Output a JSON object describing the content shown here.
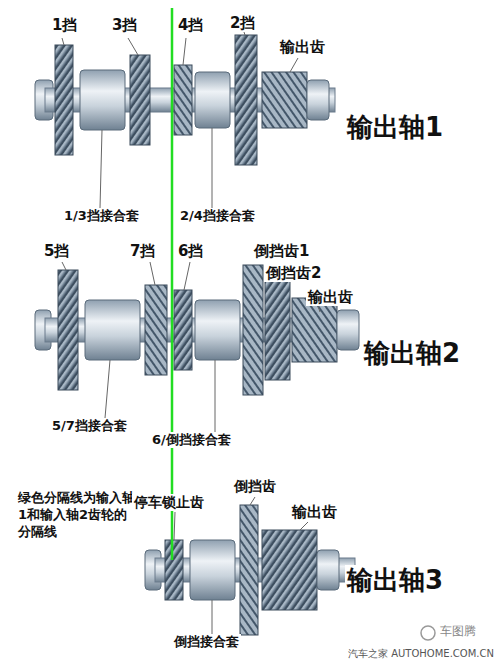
{
  "diagram": {
    "labels": [
      "1挡",
      "3挡",
      "4挡",
      "2挡",
      "输出齿",
      "输出轴1",
      "1/3挡接合套",
      "2/4挡接合套",
      "5挡",
      "7挡",
      "6挡",
      "倒挡齿1",
      "倒挡齿2",
      "输出齿",
      "输出轴2",
      "5/7挡接合套",
      "6/倒挡接合套",
      "绿色分隔线为输入轴1和输入轴2齿轮的分隔线",
      "停车锁止齿",
      "倒挡齿",
      "输出齿",
      "输出轴3",
      "倒挡接合套",
      "车图腾",
      "汽车之家 AUTOHOME.COM.CN"
    ]
  }
}
